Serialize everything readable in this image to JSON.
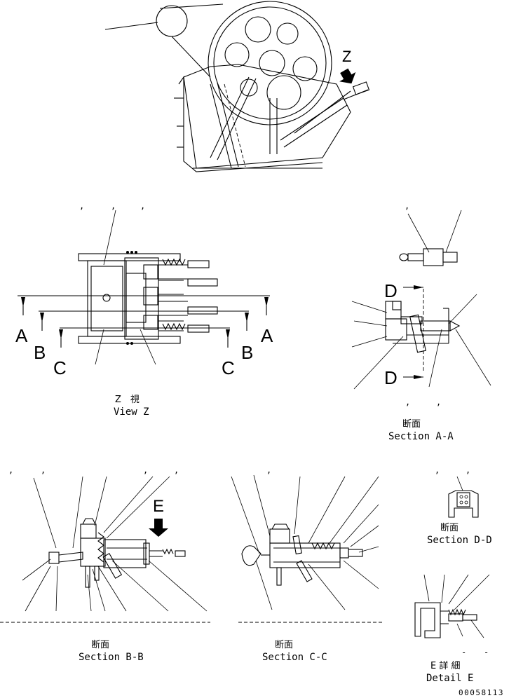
{
  "views": {
    "z_arrow_label": "Z",
    "view_z": {
      "jp": "Z　視",
      "en": "View Z"
    },
    "section_markers": {
      "a": "A",
      "b": "B",
      "c": "C",
      "d": "D",
      "e": "E"
    },
    "section_aa": {
      "jp": "断面",
      "en": "Section A-A"
    },
    "section_dd": {
      "jp": "断面",
      "en": "Section D-D"
    },
    "section_bb": {
      "jp": "断面",
      "en": "Section B-B"
    },
    "section_cc": {
      "jp": "断面",
      "en": "Section C-C"
    },
    "detail_e": {
      "jp": "E 詳 細",
      "en": "Detail E"
    }
  },
  "drawing_number": "00058113"
}
